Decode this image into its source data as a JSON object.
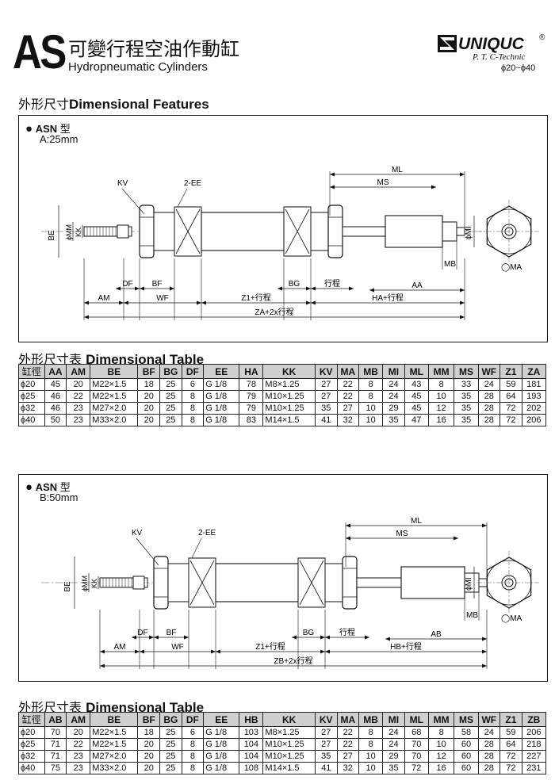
{
  "header": {
    "code": "AS",
    "title_cn": "可變行程空油作動缸",
    "title_en": "Hydropneumatic Cylinders",
    "brand": "UNIQUC",
    "brand_mark": "®",
    "brand_sub": "P. T. C-Technic",
    "range": "ϕ20~ϕ40"
  },
  "features": {
    "title_cn": "外形尺寸",
    "title_en": "Dimensional Features"
  },
  "drawings": [
    {
      "model_label": "ASN",
      "model_suffix": "型",
      "variant": "A:25mm",
      "labels": {
        "kv": "KV",
        "ee": "2-EE",
        "ml": "ML",
        "ms": "MS",
        "be": "BE",
        "mm": "ϕMM",
        "kk": "KK",
        "mi": "ϕMI",
        "ma": "◯MA",
        "mb": "MB",
        "aa": "AA",
        "df": "DF",
        "bf": "BF",
        "bg": "BG",
        "stroke": "行程",
        "am": "AM",
        "wf": "WF",
        "z1": "Z1+行程",
        "h": "HA+行程",
        "z": "ZA+2x行程"
      }
    },
    {
      "model_label": "ASN",
      "model_suffix": "型",
      "variant": "B:50mm",
      "labels": {
        "kv": "KV",
        "ee": "2-EE",
        "ml": "ML",
        "ms": "MS",
        "be": "BE",
        "mm": "ϕMM",
        "kk": "KK",
        "mi": "ϕMI",
        "ma": "◯MA",
        "mb": "MB",
        "aa": "AB",
        "df": "DF",
        "bf": "BF",
        "bg": "BG",
        "stroke": "行程",
        "am": "AM",
        "wf": "WF",
        "z1": "Z1+行程",
        "h": "HB+行程",
        "z": "ZB+2x行程"
      }
    }
  ],
  "tables": [
    {
      "title_cn": "外形尺寸表",
      "title_en": "Dimensional Table",
      "headers": [
        "缸徑",
        "AA",
        "AM",
        "BE",
        "BF",
        "BG",
        "DF",
        "EE",
        "HA",
        "KK",
        "KV",
        "MA",
        "MB",
        "MI",
        "ML",
        "MM",
        "MS",
        "WF",
        "Z1",
        "ZA"
      ],
      "rows": [
        [
          "ϕ20",
          "45",
          "20",
          "M22×1.5",
          "18",
          "25",
          "6",
          "G 1/8",
          "78",
          "M8×1.25",
          "27",
          "22",
          "8",
          "24",
          "43",
          "8",
          "33",
          "24",
          "59",
          "181"
        ],
        [
          "ϕ25",
          "46",
          "22",
          "M22×1.5",
          "20",
          "25",
          "8",
          "G 1/8",
          "79",
          "M10×1.25",
          "27",
          "22",
          "8",
          "24",
          "45",
          "10",
          "35",
          "28",
          "64",
          "193"
        ],
        [
          "ϕ32",
          "46",
          "23",
          "M27×2.0",
          "20",
          "25",
          "8",
          "G 1/8",
          "79",
          "M10×1.25",
          "35",
          "27",
          "10",
          "29",
          "45",
          "12",
          "35",
          "28",
          "72",
          "202"
        ],
        [
          "ϕ40",
          "50",
          "23",
          "M33×2.0",
          "20",
          "25",
          "8",
          "G 1/8",
          "83",
          "M14×1.5",
          "41",
          "32",
          "10",
          "35",
          "47",
          "16",
          "35",
          "28",
          "72",
          "206"
        ]
      ]
    },
    {
      "title_cn": "外形尺寸表",
      "title_en": "Dimensional Table",
      "headers": [
        "缸徑",
        "AB",
        "AM",
        "BE",
        "BF",
        "BG",
        "DF",
        "EE",
        "HB",
        "KK",
        "KV",
        "MA",
        "MB",
        "MI",
        "ML",
        "MM",
        "MS",
        "WF",
        "Z1",
        "ZB"
      ],
      "rows": [
        [
          "ϕ20",
          "70",
          "20",
          "M22×1.5",
          "18",
          "25",
          "6",
          "G 1/8",
          "103",
          "M8×1.25",
          "27",
          "22",
          "8",
          "24",
          "68",
          "8",
          "58",
          "24",
          "59",
          "206"
        ],
        [
          "ϕ25",
          "71",
          "22",
          "M22×1.5",
          "20",
          "25",
          "8",
          "G 1/8",
          "104",
          "M10×1.25",
          "27",
          "22",
          "8",
          "24",
          "70",
          "10",
          "60",
          "28",
          "64",
          "218"
        ],
        [
          "ϕ32",
          "71",
          "23",
          "M27×2.0",
          "20",
          "25",
          "8",
          "G 1/8",
          "104",
          "M10×1.25",
          "35",
          "27",
          "10",
          "29",
          "70",
          "12",
          "60",
          "28",
          "72",
          "227"
        ],
        [
          "ϕ40",
          "75",
          "23",
          "M33×2.0",
          "20",
          "25",
          "8",
          "G 1/8",
          "108",
          "M14×1.5",
          "41",
          "32",
          "10",
          "35",
          "72",
          "16",
          "60",
          "28",
          "72",
          "231"
        ]
      ]
    }
  ]
}
